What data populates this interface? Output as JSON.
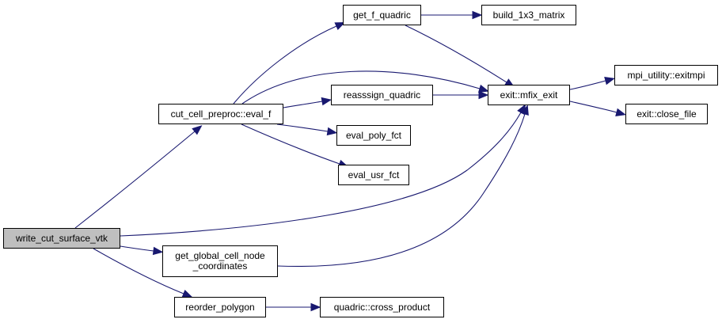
{
  "diagram": {
    "type": "call-graph",
    "colors": {
      "edge": "#191970",
      "root_fill": "#bfbfbf",
      "node_fill": "#ffffff",
      "border": "#000000"
    },
    "nodes": {
      "write_cut_surface_vtk": {
        "label": "write_cut_surface_vtk",
        "root": true
      },
      "cut_cell_preproc_eval_f": {
        "label": "cut_cell_preproc::eval_f"
      },
      "get_f_quadric": {
        "label": "get_f_quadric"
      },
      "build_1x3_matrix": {
        "label": "build_1x3_matrix"
      },
      "reasssign_quadric": {
        "label": "reasssign_quadric"
      },
      "exit_mfix_exit": {
        "label": "exit::mfix_exit"
      },
      "mpi_utility_exitmpi": {
        "label": "mpi_utility::exitmpi"
      },
      "exit_close_file": {
        "label": "exit::close_file"
      },
      "eval_poly_fct": {
        "label": "eval_poly_fct"
      },
      "eval_usr_fct": {
        "label": "eval_usr_fct"
      },
      "get_global_cell_node_coordinates": {
        "label": "get_global_cell_node\n_coordinates"
      },
      "reorder_polygon": {
        "label": "reorder_polygon"
      },
      "quadric_cross_product": {
        "label": "quadric::cross_product"
      }
    },
    "edges": [
      {
        "from": "write_cut_surface_vtk",
        "to": "cut_cell_preproc_eval_f"
      },
      {
        "from": "write_cut_surface_vtk",
        "to": "exit_mfix_exit"
      },
      {
        "from": "write_cut_surface_vtk",
        "to": "get_global_cell_node_coordinates"
      },
      {
        "from": "write_cut_surface_vtk",
        "to": "reorder_polygon"
      },
      {
        "from": "cut_cell_preproc_eval_f",
        "to": "get_f_quadric"
      },
      {
        "from": "cut_cell_preproc_eval_f",
        "to": "exit_mfix_exit"
      },
      {
        "from": "cut_cell_preproc_eval_f",
        "to": "reasssign_quadric"
      },
      {
        "from": "cut_cell_preproc_eval_f",
        "to": "eval_poly_fct"
      },
      {
        "from": "cut_cell_preproc_eval_f",
        "to": "eval_usr_fct"
      },
      {
        "from": "get_f_quadric",
        "to": "build_1x3_matrix"
      },
      {
        "from": "get_f_quadric",
        "to": "exit_mfix_exit"
      },
      {
        "from": "reasssign_quadric",
        "to": "exit_mfix_exit"
      },
      {
        "from": "exit_mfix_exit",
        "to": "mpi_utility_exitmpi"
      },
      {
        "from": "exit_mfix_exit",
        "to": "exit_close_file"
      },
      {
        "from": "get_global_cell_node_coordinates",
        "to": "exit_mfix_exit"
      },
      {
        "from": "reorder_polygon",
        "to": "quadric_cross_product"
      }
    ]
  }
}
